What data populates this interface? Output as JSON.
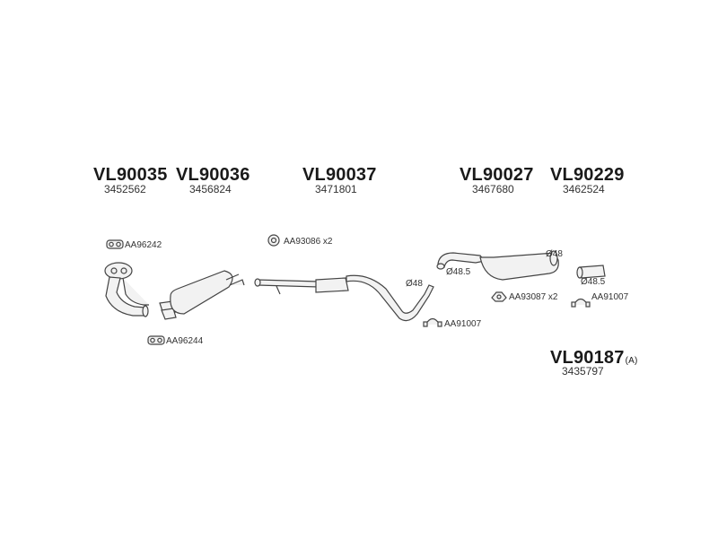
{
  "groups": [
    {
      "code": "VL90035",
      "number": "3452562"
    },
    {
      "code": "VL90036",
      "number": "3456824"
    },
    {
      "code": "VL90037",
      "number": "3471801"
    },
    {
      "code": "VL90027",
      "number": "3467680"
    },
    {
      "code": "VL90229",
      "number": "3462524"
    }
  ],
  "kit": {
    "code": "VL90187",
    "suffix": "(A)",
    "number": "3435797"
  },
  "accessories": {
    "gasket_a": "AA96242",
    "gasket_b": "AA96244",
    "ring_clamp": "AA93086 x2",
    "clamp_a": "AA91007",
    "rubber_mount": "AA93087 x2",
    "clamp_b": "AA91007"
  },
  "dimensions": {
    "d48_front": "Ø48",
    "d485_front": "Ø48.5",
    "d48_rear": "Ø48",
    "d485_rear": "Ø48.5"
  }
}
